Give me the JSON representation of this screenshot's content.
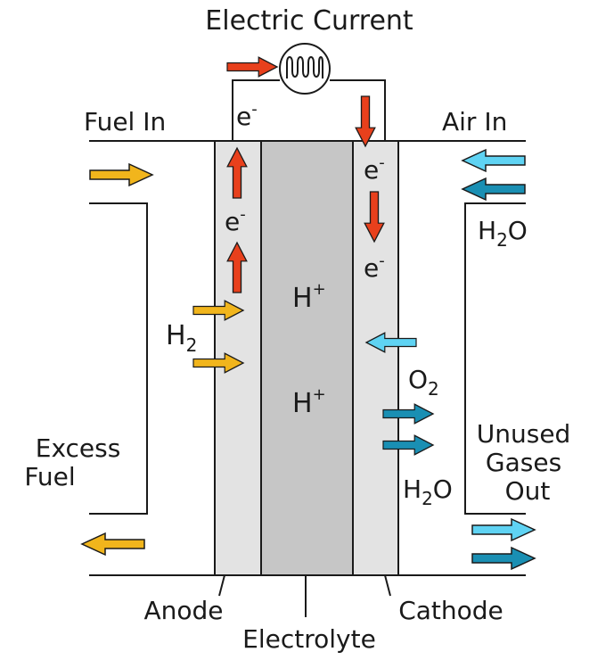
{
  "title": "Electric Current",
  "labels": {
    "fuel_in": "Fuel In",
    "air_in": "Air In",
    "excess_fuel_line1": "Excess",
    "excess_fuel_line2": "Fuel",
    "unused_line1": "Unused",
    "unused_line2": "Gases",
    "unused_line3": "Out",
    "anode": "Anode",
    "electrolyte": "Electrolyte",
    "cathode": "Cathode"
  },
  "species": {
    "electron": "e",
    "electron_charge": "-",
    "proton": "H",
    "proton_charge": "+",
    "hydrogen": "H",
    "hydrogen_sub": "2",
    "oxygen": "O",
    "oxygen_sub": "2",
    "water_h": "H",
    "water_sub": "2",
    "water_o": "O"
  },
  "colors": {
    "electron_arrow": "#e8401c",
    "fuel_arrow": "#f1b51c",
    "air_arrow": "#5fd3f3",
    "water_arrow": "#1a8fb3",
    "electrode": "#e3e3e3",
    "electrolyte": "#c6c6c6",
    "line": "#1a1a1a"
  }
}
